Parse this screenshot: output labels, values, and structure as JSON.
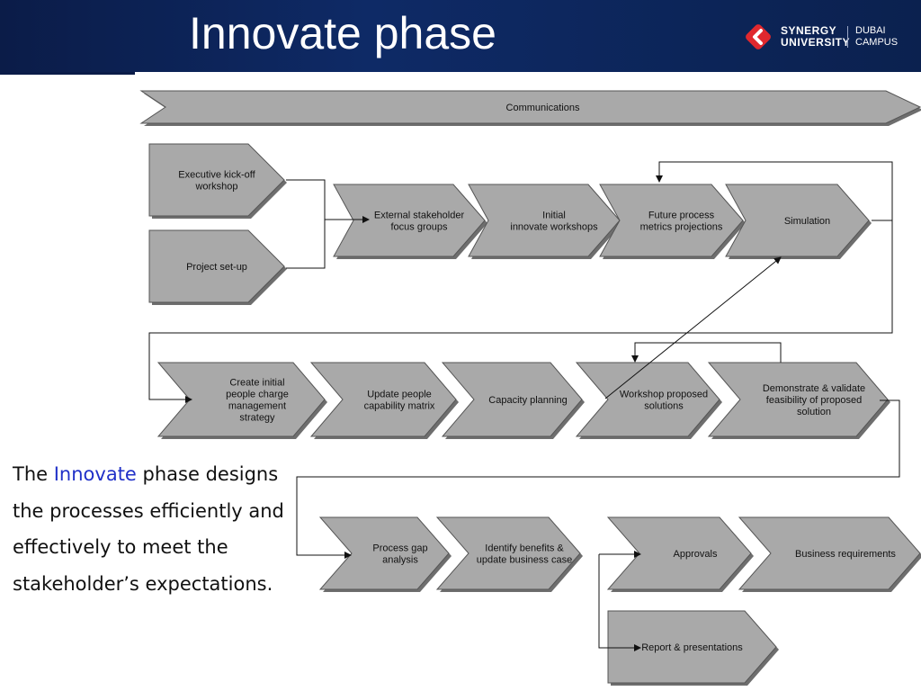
{
  "slide": {
    "title": "Innovate phase",
    "logo": {
      "line1": "SYNERGY",
      "line2": "UNIVERSITY",
      "campus1": "DUBAI",
      "campus2": "CAMPUS"
    }
  },
  "diagram": {
    "communications": "Communications",
    "row1_inputs": [
      [
        "Executive kick-off",
        "workshop"
      ],
      [
        "Project set-up"
      ]
    ],
    "row1": [
      [
        "External stakeholder",
        "focus groups"
      ],
      [
        "Initial",
        "innovate workshops"
      ],
      [
        "Future process",
        "metrics projections"
      ],
      [
        "Simulation"
      ]
    ],
    "row2": [
      [
        "Create initial",
        "people charge",
        "management",
        "strategy"
      ],
      [
        "Update people",
        "capability matrix"
      ],
      [
        "Capacity planning"
      ],
      [
        "Workshop proposed",
        "solutions"
      ],
      [
        "Demonstrate & validate",
        "feasibility of proposed",
        "solution"
      ]
    ],
    "row3": [
      [
        "Process gap",
        "analysis"
      ],
      [
        "Identify benefits &",
        "update business case"
      ],
      [
        "Approvals"
      ],
      [
        "Business requirements"
      ]
    ],
    "row4": [
      [
        "Report & presentations"
      ]
    ]
  },
  "caption": {
    "pre": "The ",
    "highlight": "Innovate",
    "post": " phase designs the processes efficiently and effectively to meet the stakeholder’s expectations."
  },
  "colors": {
    "header": "#0b1c48",
    "shape_fill": "#a9a9a9",
    "highlight": "#2030c8"
  }
}
